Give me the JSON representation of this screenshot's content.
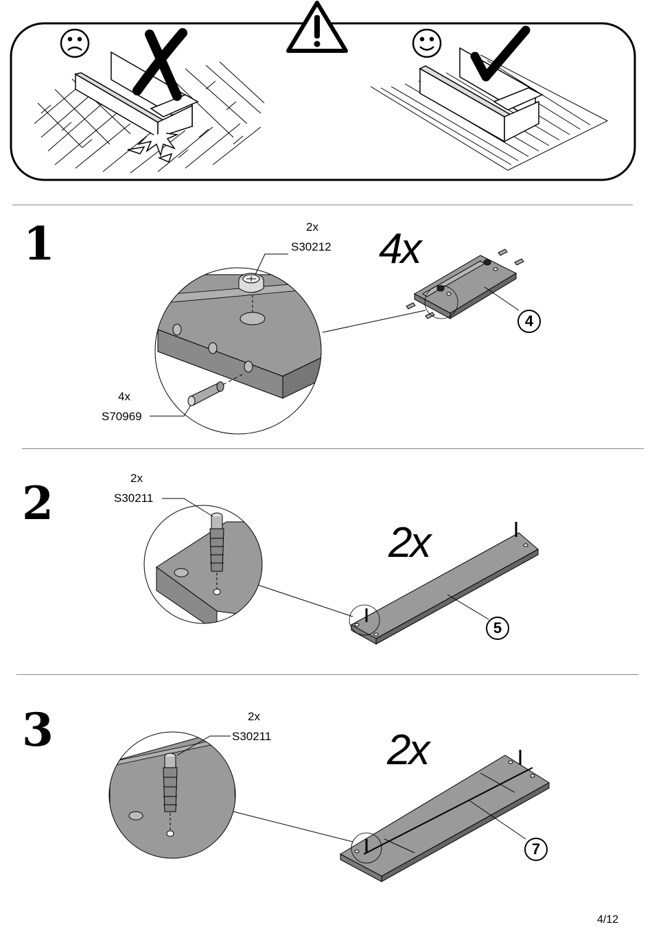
{
  "warning_panel": {
    "bad_face_icon": "sad-face-icon",
    "good_face_icon": "smiley-face-icon",
    "warning_icon": "warning-triangle-icon",
    "cross_icon": "cross-mark-icon",
    "check_icon": "check-mark-icon"
  },
  "steps": [
    {
      "number": "1",
      "quantity": "4x",
      "part_number": "4",
      "hardware": [
        {
          "qty": "2x",
          "code": "S30212"
        },
        {
          "qty": "4x",
          "code": "S70969"
        }
      ]
    },
    {
      "number": "2",
      "quantity": "2x",
      "part_number": "5",
      "hardware": [
        {
          "qty": "2x",
          "code": "S30211"
        }
      ]
    },
    {
      "number": "3",
      "quantity": "2x",
      "part_number": "7",
      "hardware": [
        {
          "qty": "2x",
          "code": "S30211"
        }
      ]
    }
  ],
  "page_number": "4/12",
  "colors": {
    "panel_gray": "#999999",
    "panel_dark": "#7a7a7a",
    "line": "#000000"
  }
}
